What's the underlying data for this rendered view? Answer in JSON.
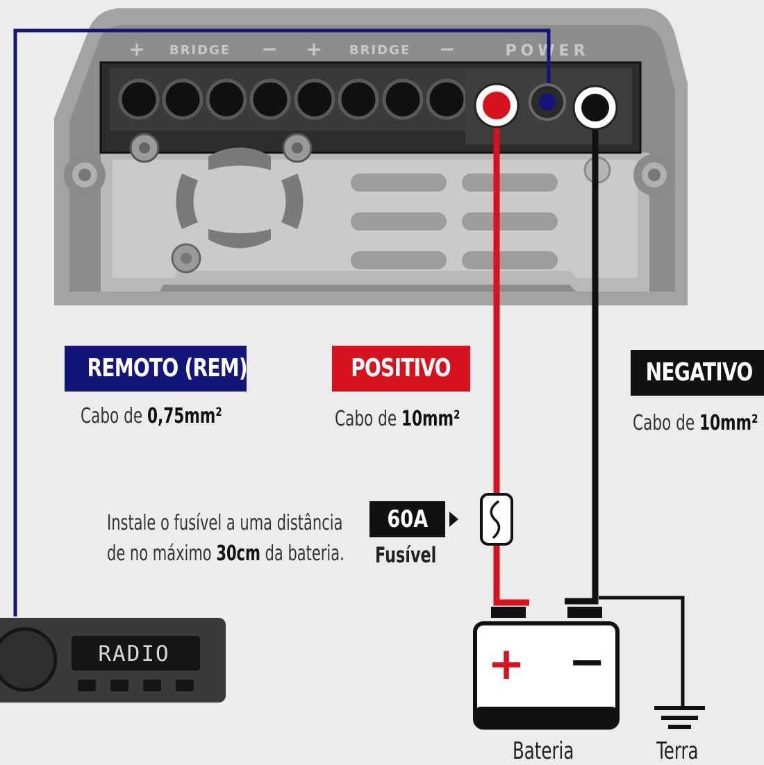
{
  "amplifier": {
    "bridge_labels": [
      "BRIDGE",
      "BRIDGE"
    ],
    "power_label": "POWER",
    "plus_symbol": "+",
    "minus_symbol": "−"
  },
  "wires": {
    "remote": {
      "badge": "REMOTO (REM)",
      "cable_prefix": "Cabo de ",
      "cable_gauge": "0,75mm²",
      "color": "#14157a"
    },
    "positive": {
      "badge": "POSITIVO",
      "cable_prefix": "Cabo de ",
      "cable_gauge": "10mm²",
      "color": "#d6121f"
    },
    "negative": {
      "badge": "NEGATIVO",
      "cable_prefix": "Cabo de ",
      "cable_gauge": "10mm²",
      "color": "#111111"
    }
  },
  "fuse": {
    "note_line1": "Instale o fusível a uma distância",
    "note_line2_prefix": "de no máximo ",
    "note_line2_bold": "30cm",
    "note_line2_suffix": " da bateria.",
    "rating": "60A",
    "label": "Fusível"
  },
  "radio": {
    "display_text": "RADIO"
  },
  "battery": {
    "label": "Bateria",
    "plus_symbol": "+",
    "minus_symbol": "−"
  },
  "ground": {
    "label": "Terra"
  }
}
